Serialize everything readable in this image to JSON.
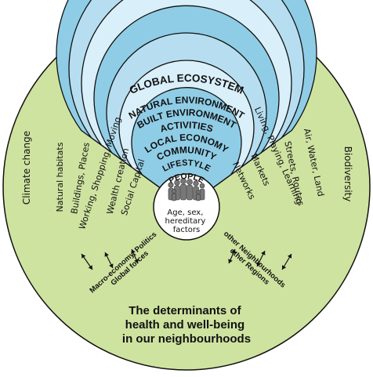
{
  "colors": {
    "outer_circle": "#cfe3a0",
    "ring_dark": "#8fcde6",
    "ring_mid": "#b6def0",
    "ring_light": "#d9eff9",
    "people_circle": "#ffffff",
    "stroke": "#111111"
  },
  "outer": {
    "title": "GLOBAL ECOSYSTEM",
    "left_label": "Climate change",
    "right_label": "Biodiversity"
  },
  "rings": [
    {
      "title": "NATURAL ENVIRONMENT",
      "left": "Natural habitats",
      "right": "Air, Water, Land"
    },
    {
      "title": "BUILT ENVIRONMENT",
      "left": "Buildings, Places",
      "right": "Streets, Routes"
    },
    {
      "title": "ACTIVITIES",
      "left": "Working, Shopping, Moving",
      "right": "Living, Playing, Learning"
    },
    {
      "title": "LOCAL ECONOMY",
      "left": "Wealth creation",
      "right": "Markets"
    },
    {
      "title": "COMMUNITY",
      "left": "Social Capital",
      "right": "Networks"
    },
    {
      "title": "LIFESTYLE",
      "left": "",
      "right": ""
    }
  ],
  "center": {
    "title": "PEOPLE",
    "subtitle_lines": [
      "Age, sex,",
      "hereditary",
      "factors"
    ],
    "figures_icon": "people-group-icon"
  },
  "bottom_left_label_lines": [
    "Macro-economy, Politics",
    "Global forces"
  ],
  "bottom_right_label_lines": [
    "other Neighbourhoods",
    "other Regions"
  ],
  "caption_lines": [
    "The determinants of",
    "health and well-being",
    "in our neighbourhoods"
  ],
  "icons": [
    "double-arrow-icon"
  ]
}
